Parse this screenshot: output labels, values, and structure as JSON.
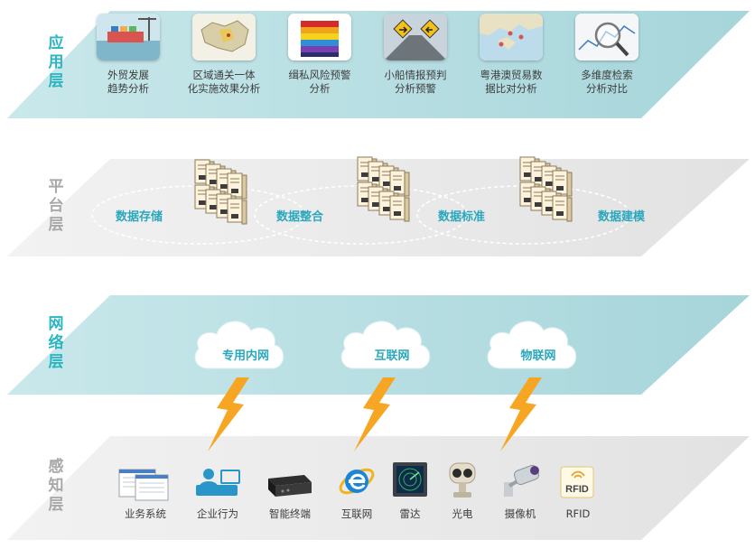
{
  "layers": {
    "application": {
      "label": "应用层",
      "items": [
        {
          "line1": "外贸发展",
          "line2": "趋势分析",
          "icon": "port-ship-image"
        },
        {
          "line1": "区域通关一体",
          "line2": "化实施效果分析",
          "icon": "region-map-image"
        },
        {
          "line1": "缉私风险预警",
          "line2": "分析",
          "icon": "risk-stack-image"
        },
        {
          "line1": "小船情报预判",
          "line2": "分析预警",
          "icon": "road-sign-image"
        },
        {
          "line1": "粤港澳贸易数",
          "line2": "据比对分析",
          "icon": "coast-map-image"
        },
        {
          "line1": "多维度检索",
          "line2": "分析对比",
          "icon": "magnifier-chart-image"
        }
      ]
    },
    "platform": {
      "label": "平台层",
      "operations": [
        "数据存储",
        "数据整合",
        "数据标准",
        "数据建模"
      ]
    },
    "network": {
      "label": "网络层",
      "clouds": [
        "专用内网",
        "互联网",
        "物联网"
      ]
    },
    "perception": {
      "label": "感知层",
      "devices": [
        {
          "label": "业务系统",
          "icon": "business-system-icon"
        },
        {
          "label": "企业行为",
          "icon": "enterprise-behavior-icon"
        },
        {
          "label": "智能终端",
          "icon": "smart-terminal-icon"
        },
        {
          "label": "互联网",
          "icon": "internet-explorer-icon"
        },
        {
          "label": "雷达",
          "icon": "radar-icon"
        },
        {
          "label": "光电",
          "icon": "electro-optical-icon"
        },
        {
          "label": "摄像机",
          "icon": "camera-icon"
        },
        {
          "label": "RFID",
          "icon": "rfid-icon"
        }
      ]
    }
  },
  "colors": {
    "teal_band": "#bfe3e6",
    "teal_edge": "#a9d7dc",
    "gray_band": "#ececec",
    "teal_text": "#2bb5c3",
    "gray_text": "#a8a8a8",
    "lightning": "#f6a623"
  },
  "rfid_badge": "RFID"
}
